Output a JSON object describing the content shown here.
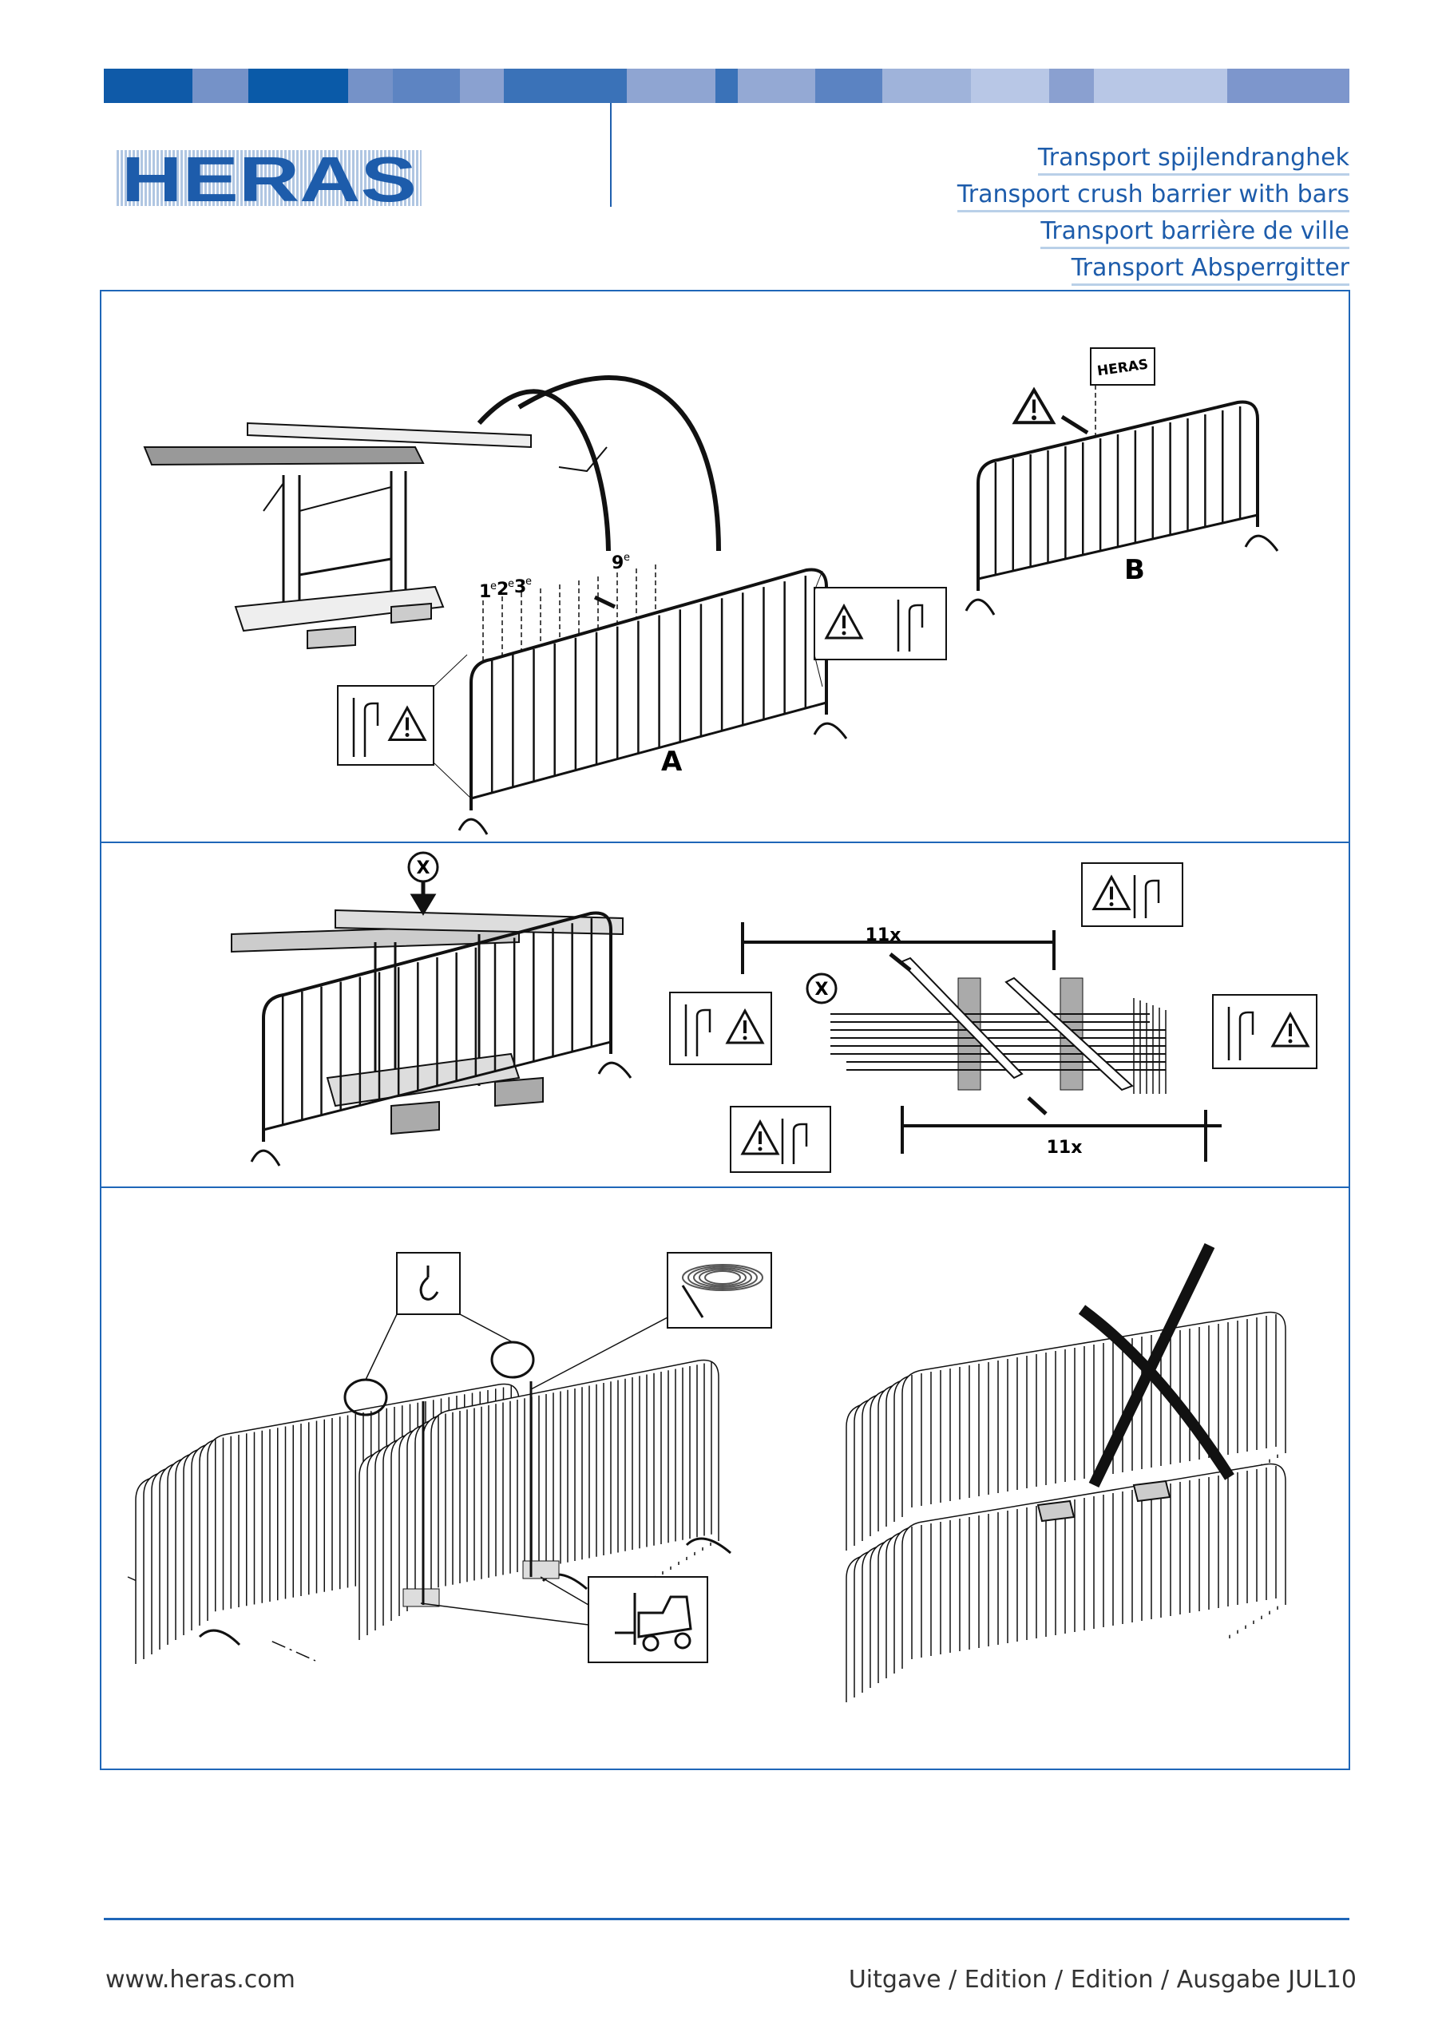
{
  "header": {
    "logo_text": "HERAS",
    "band_colors": [
      "#0f5aa8",
      "#7592c8",
      "#0a5aa8",
      "#7592c8",
      "#5d84c2",
      "#8aa1d0",
      "#3a72b8",
      "#8fa5d2",
      "#3a72b8",
      "#94a9d4",
      "#5b83c2",
      "#9fb3da",
      "#b8c7e6",
      "#8aa0d0",
      "#b8c7e6",
      "#7d96cc"
    ],
    "titles": [
      "Transport spijlendranghek",
      "Transport crush barrier with bars",
      "Transport barrière de ville",
      "Transport Absperrgitter"
    ]
  },
  "panel1": {
    "label_a": "A",
    "label_b": "B",
    "bar_marks": [
      "1",
      "2",
      "3"
    ],
    "bar_mark_suffix": "e",
    "ninth_mark": "9",
    "sign_text": "HERAS"
  },
  "panel2": {
    "count_top": "11x",
    "count_bottom": "11x",
    "forbidden_symbol": "X"
  },
  "footer": {
    "website": "www.heras.com",
    "edition": "Uitgave / Edition / Edition / Ausgabe JUL10"
  },
  "colors": {
    "brand": "#1d5cab",
    "frame": "#1f66b8",
    "line": "#111111"
  }
}
